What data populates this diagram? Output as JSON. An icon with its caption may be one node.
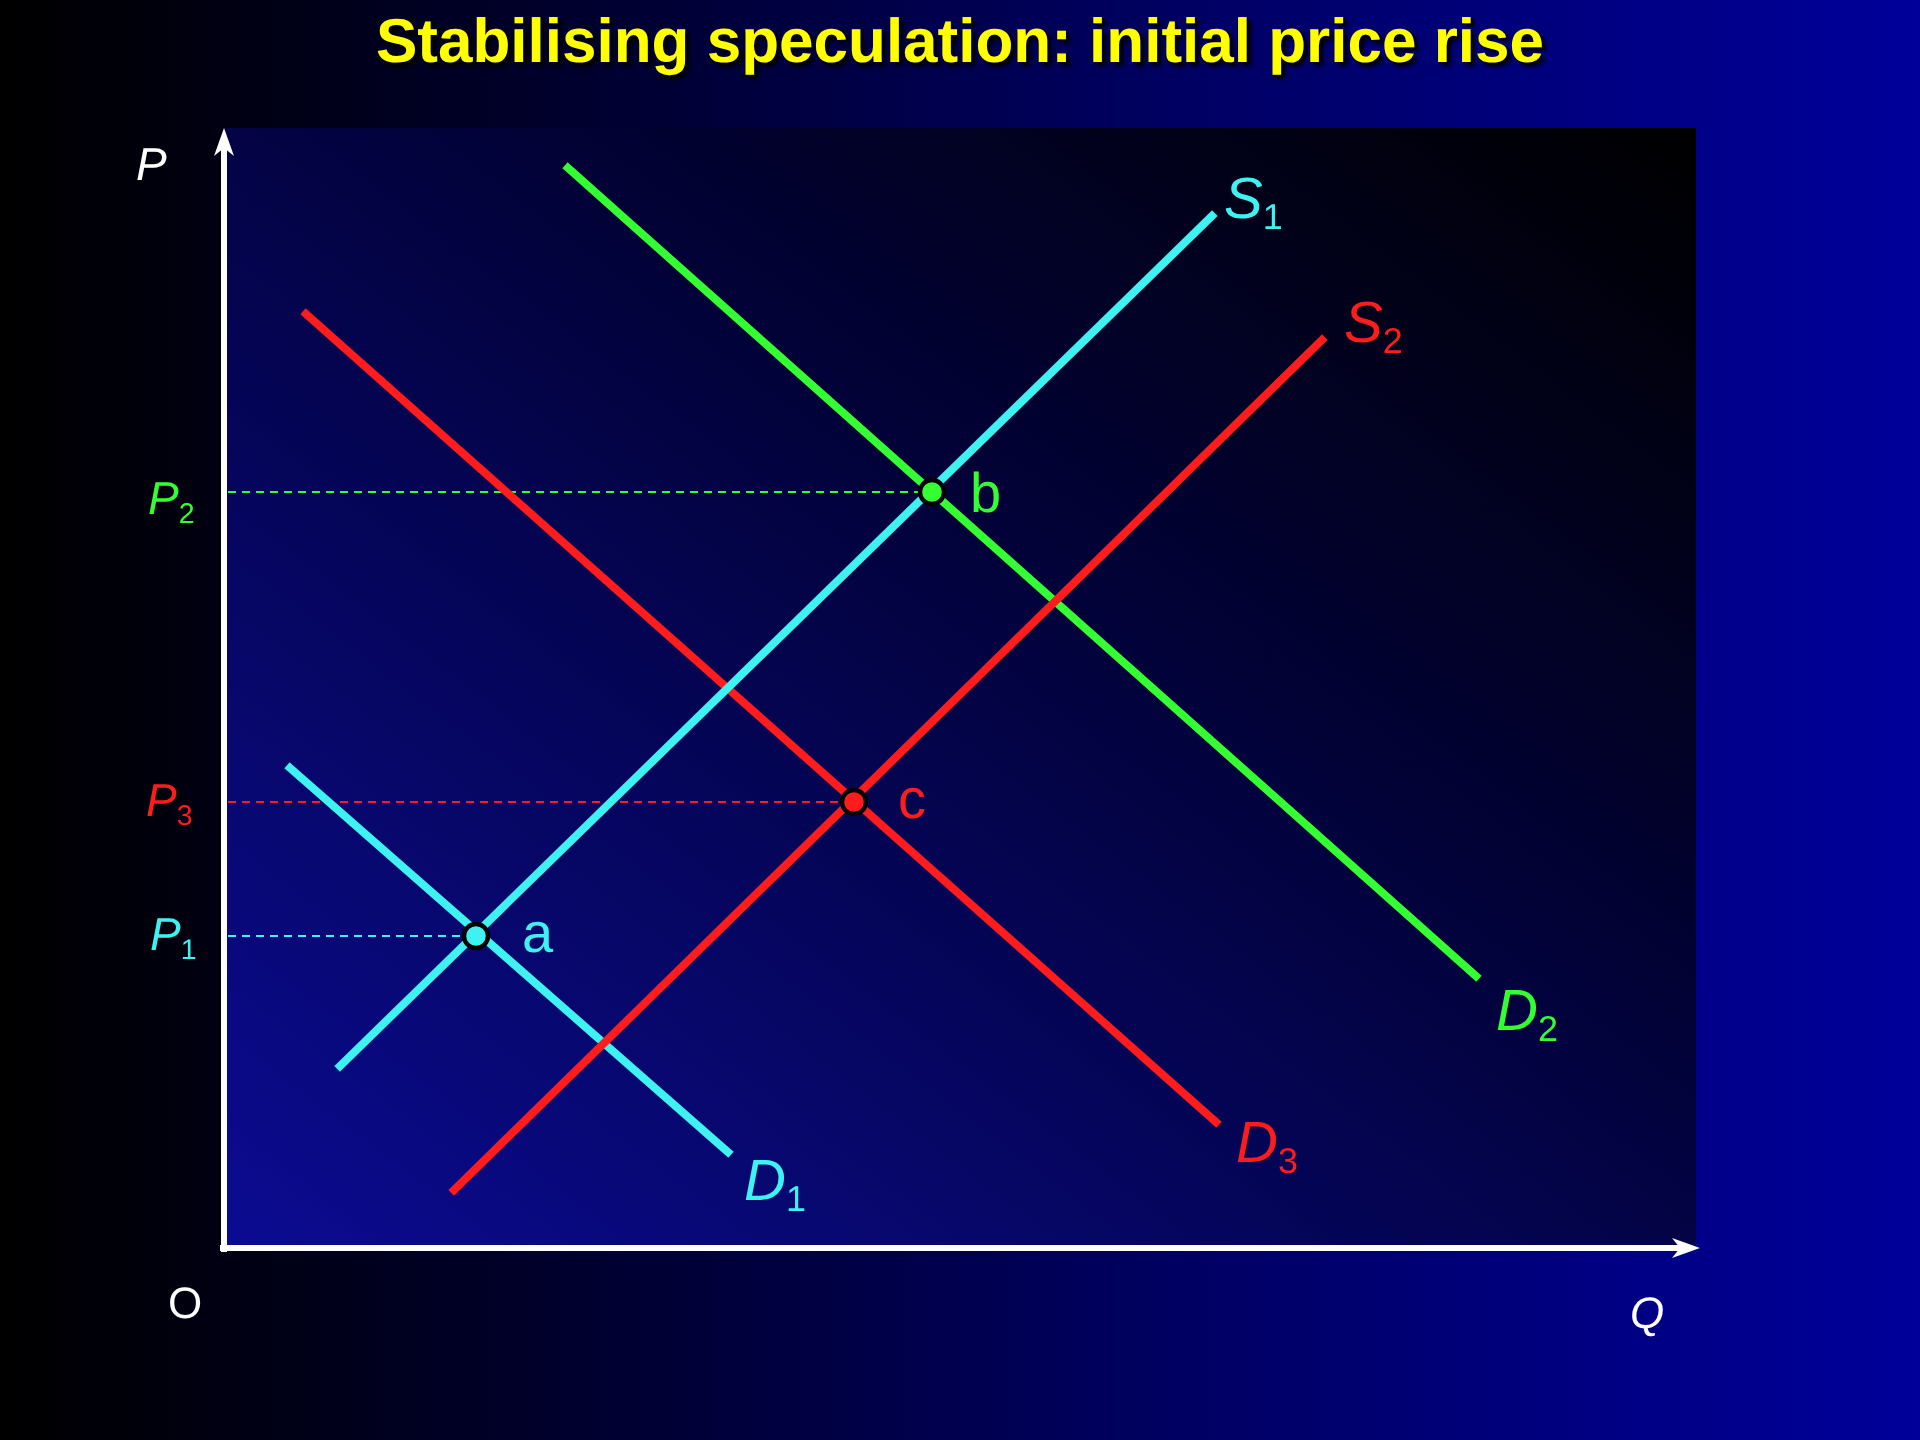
{
  "diagram": {
    "title": "Stabilising speculation: initial price rise",
    "labels": [
      "P",
      "S$_{1}$",
      "S$_{2}$",
      "P$_{2}$",
      "b",
      "P$_{3}$",
      "c",
      "P$_{1}$",
      "a",
      "D$_{2}$",
      "D$_{3}$",
      "D$_{1}$",
      "O",
      "Q"
    ]
  }
}
